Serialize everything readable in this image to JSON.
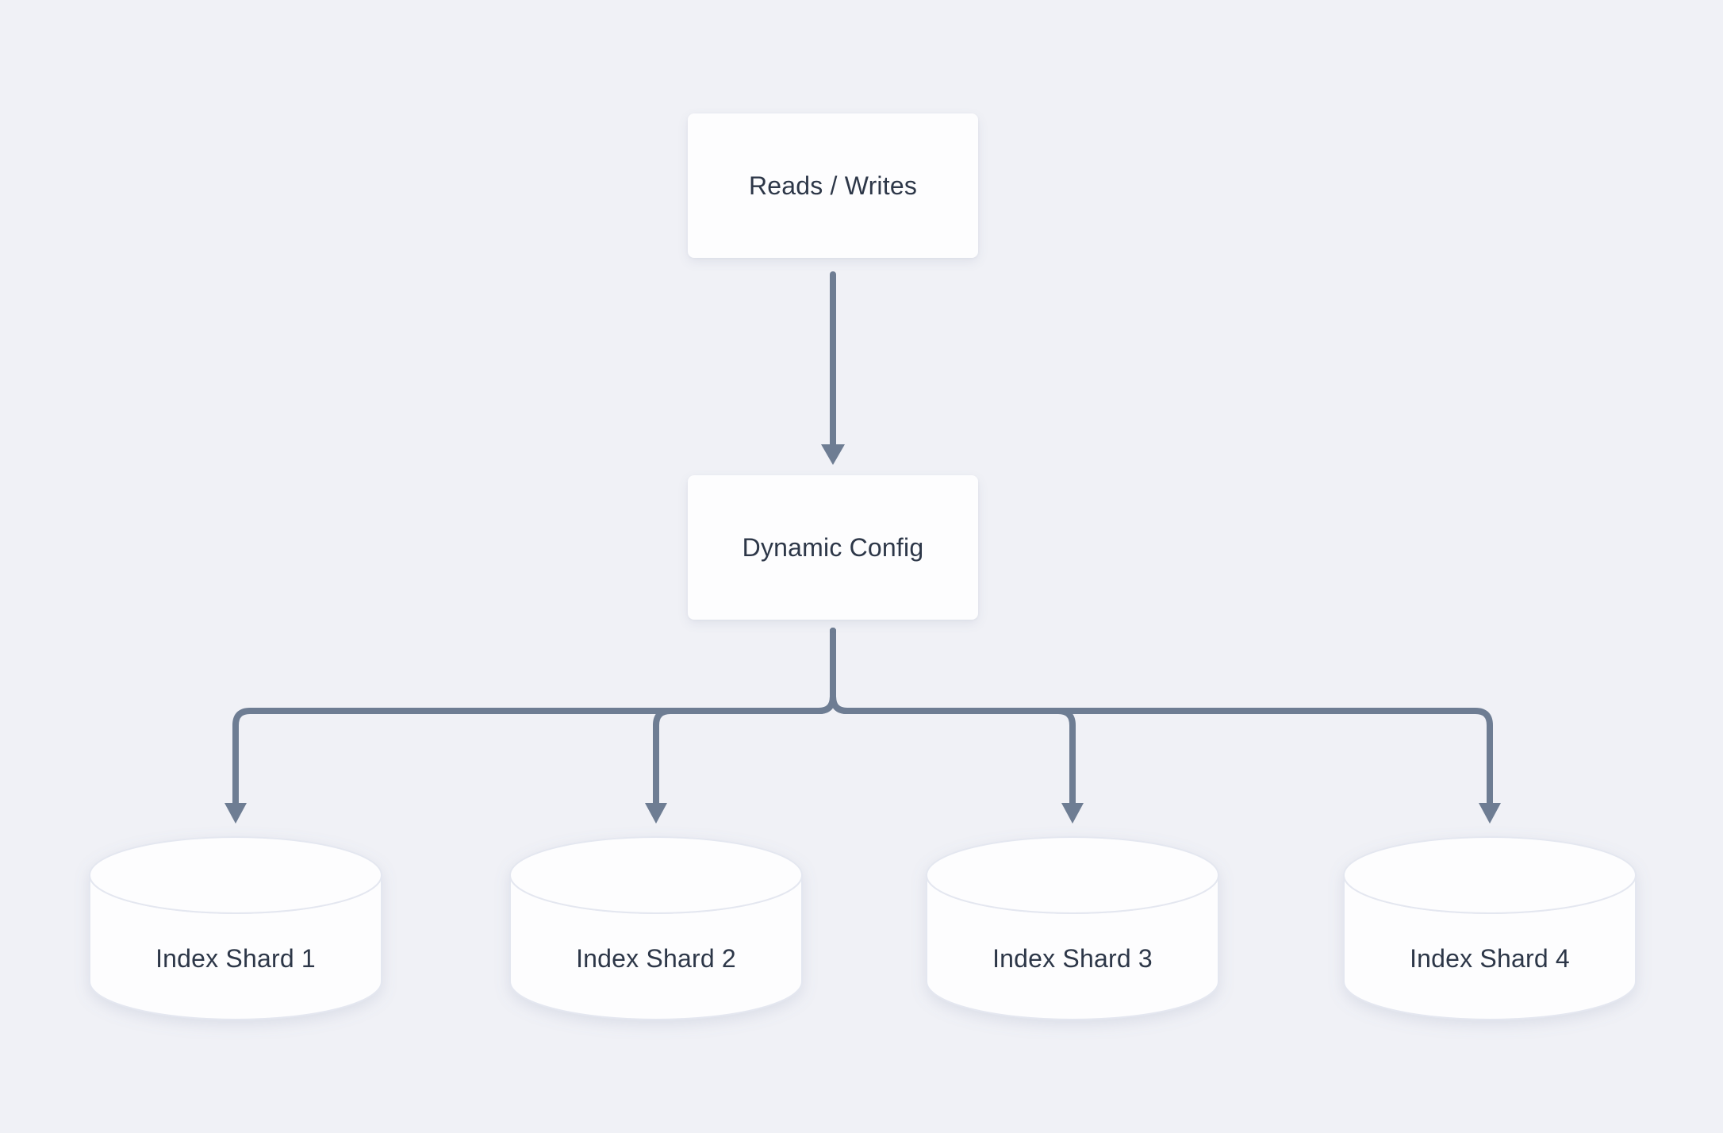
{
  "diagram": {
    "nodes": {
      "reads_writes": {
        "label": "Reads / Writes",
        "shape": "rectangle"
      },
      "dynamic_config": {
        "label": "Dynamic Config",
        "shape": "rectangle"
      },
      "shards": [
        {
          "label": "Index Shard 1",
          "shape": "cylinder"
        },
        {
          "label": "Index Shard 2",
          "shape": "cylinder"
        },
        {
          "label": "Index Shard 3",
          "shape": "cylinder"
        },
        {
          "label": "Index Shard 4",
          "shape": "cylinder"
        }
      ]
    },
    "edges": [
      {
        "from": "Reads / Writes",
        "to": "Dynamic Config"
      },
      {
        "from": "Dynamic Config",
        "to": "Index Shard 1"
      },
      {
        "from": "Dynamic Config",
        "to": "Index Shard 2"
      },
      {
        "from": "Dynamic Config",
        "to": "Index Shard 3"
      },
      {
        "from": "Dynamic Config",
        "to": "Index Shard 4"
      }
    ],
    "colors": {
      "background": "#f0f1f6",
      "node_fill": "#fdfdfe",
      "connector": "#6e7d93",
      "label_text": "#2d3748",
      "cylinder_outline": "#e4e7f0"
    }
  }
}
